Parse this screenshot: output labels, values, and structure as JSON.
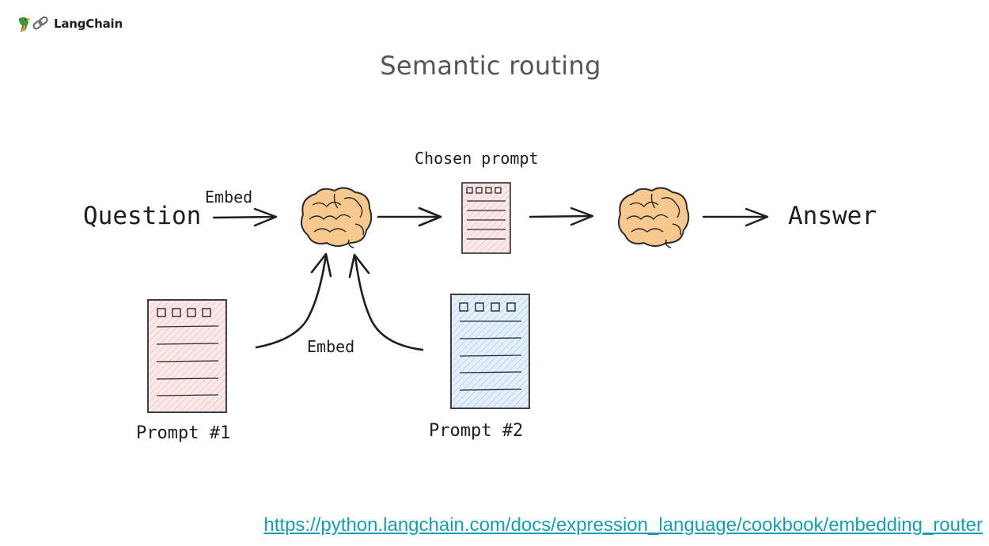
{
  "header": {
    "logo_text": "LangChain",
    "logo_icons": [
      "parrot-icon",
      "link-icon"
    ]
  },
  "title": "Semantic routing",
  "labels": {
    "question": "Question",
    "embed_top": "Embed",
    "chosen_prompt": "Chosen prompt",
    "answer": "Answer",
    "embed_bottom": "Embed",
    "prompt1": "Prompt #1",
    "prompt2": "Prompt #2"
  },
  "footer": {
    "url": "https://python.langchain.com/docs/expression_language/cookbook/embedding_router"
  },
  "colors": {
    "brain_fill": "#f8c98f",
    "brain_stroke": "#2b2b2b",
    "pink_doc": "#f6d8d8",
    "blue_doc": "#d6e8f8",
    "ink": "#1e1e1e",
    "link": "#1a9cb0",
    "title": "#555555"
  }
}
